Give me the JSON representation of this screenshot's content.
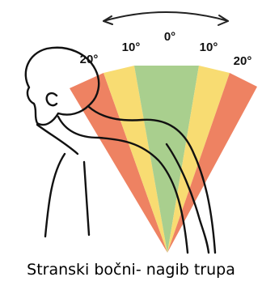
{
  "diagram": {
    "angle_labels": {
      "left_outer": "20°",
      "left_inner": "10°",
      "center": "0°",
      "right_inner": "10°",
      "right_outer": "20°"
    },
    "sector_colors": {
      "outer": "#ee8262",
      "inner": "#f8dc72",
      "center": "#a9cf8e"
    },
    "caption": "Stranski bočni- nagib trupa"
  }
}
